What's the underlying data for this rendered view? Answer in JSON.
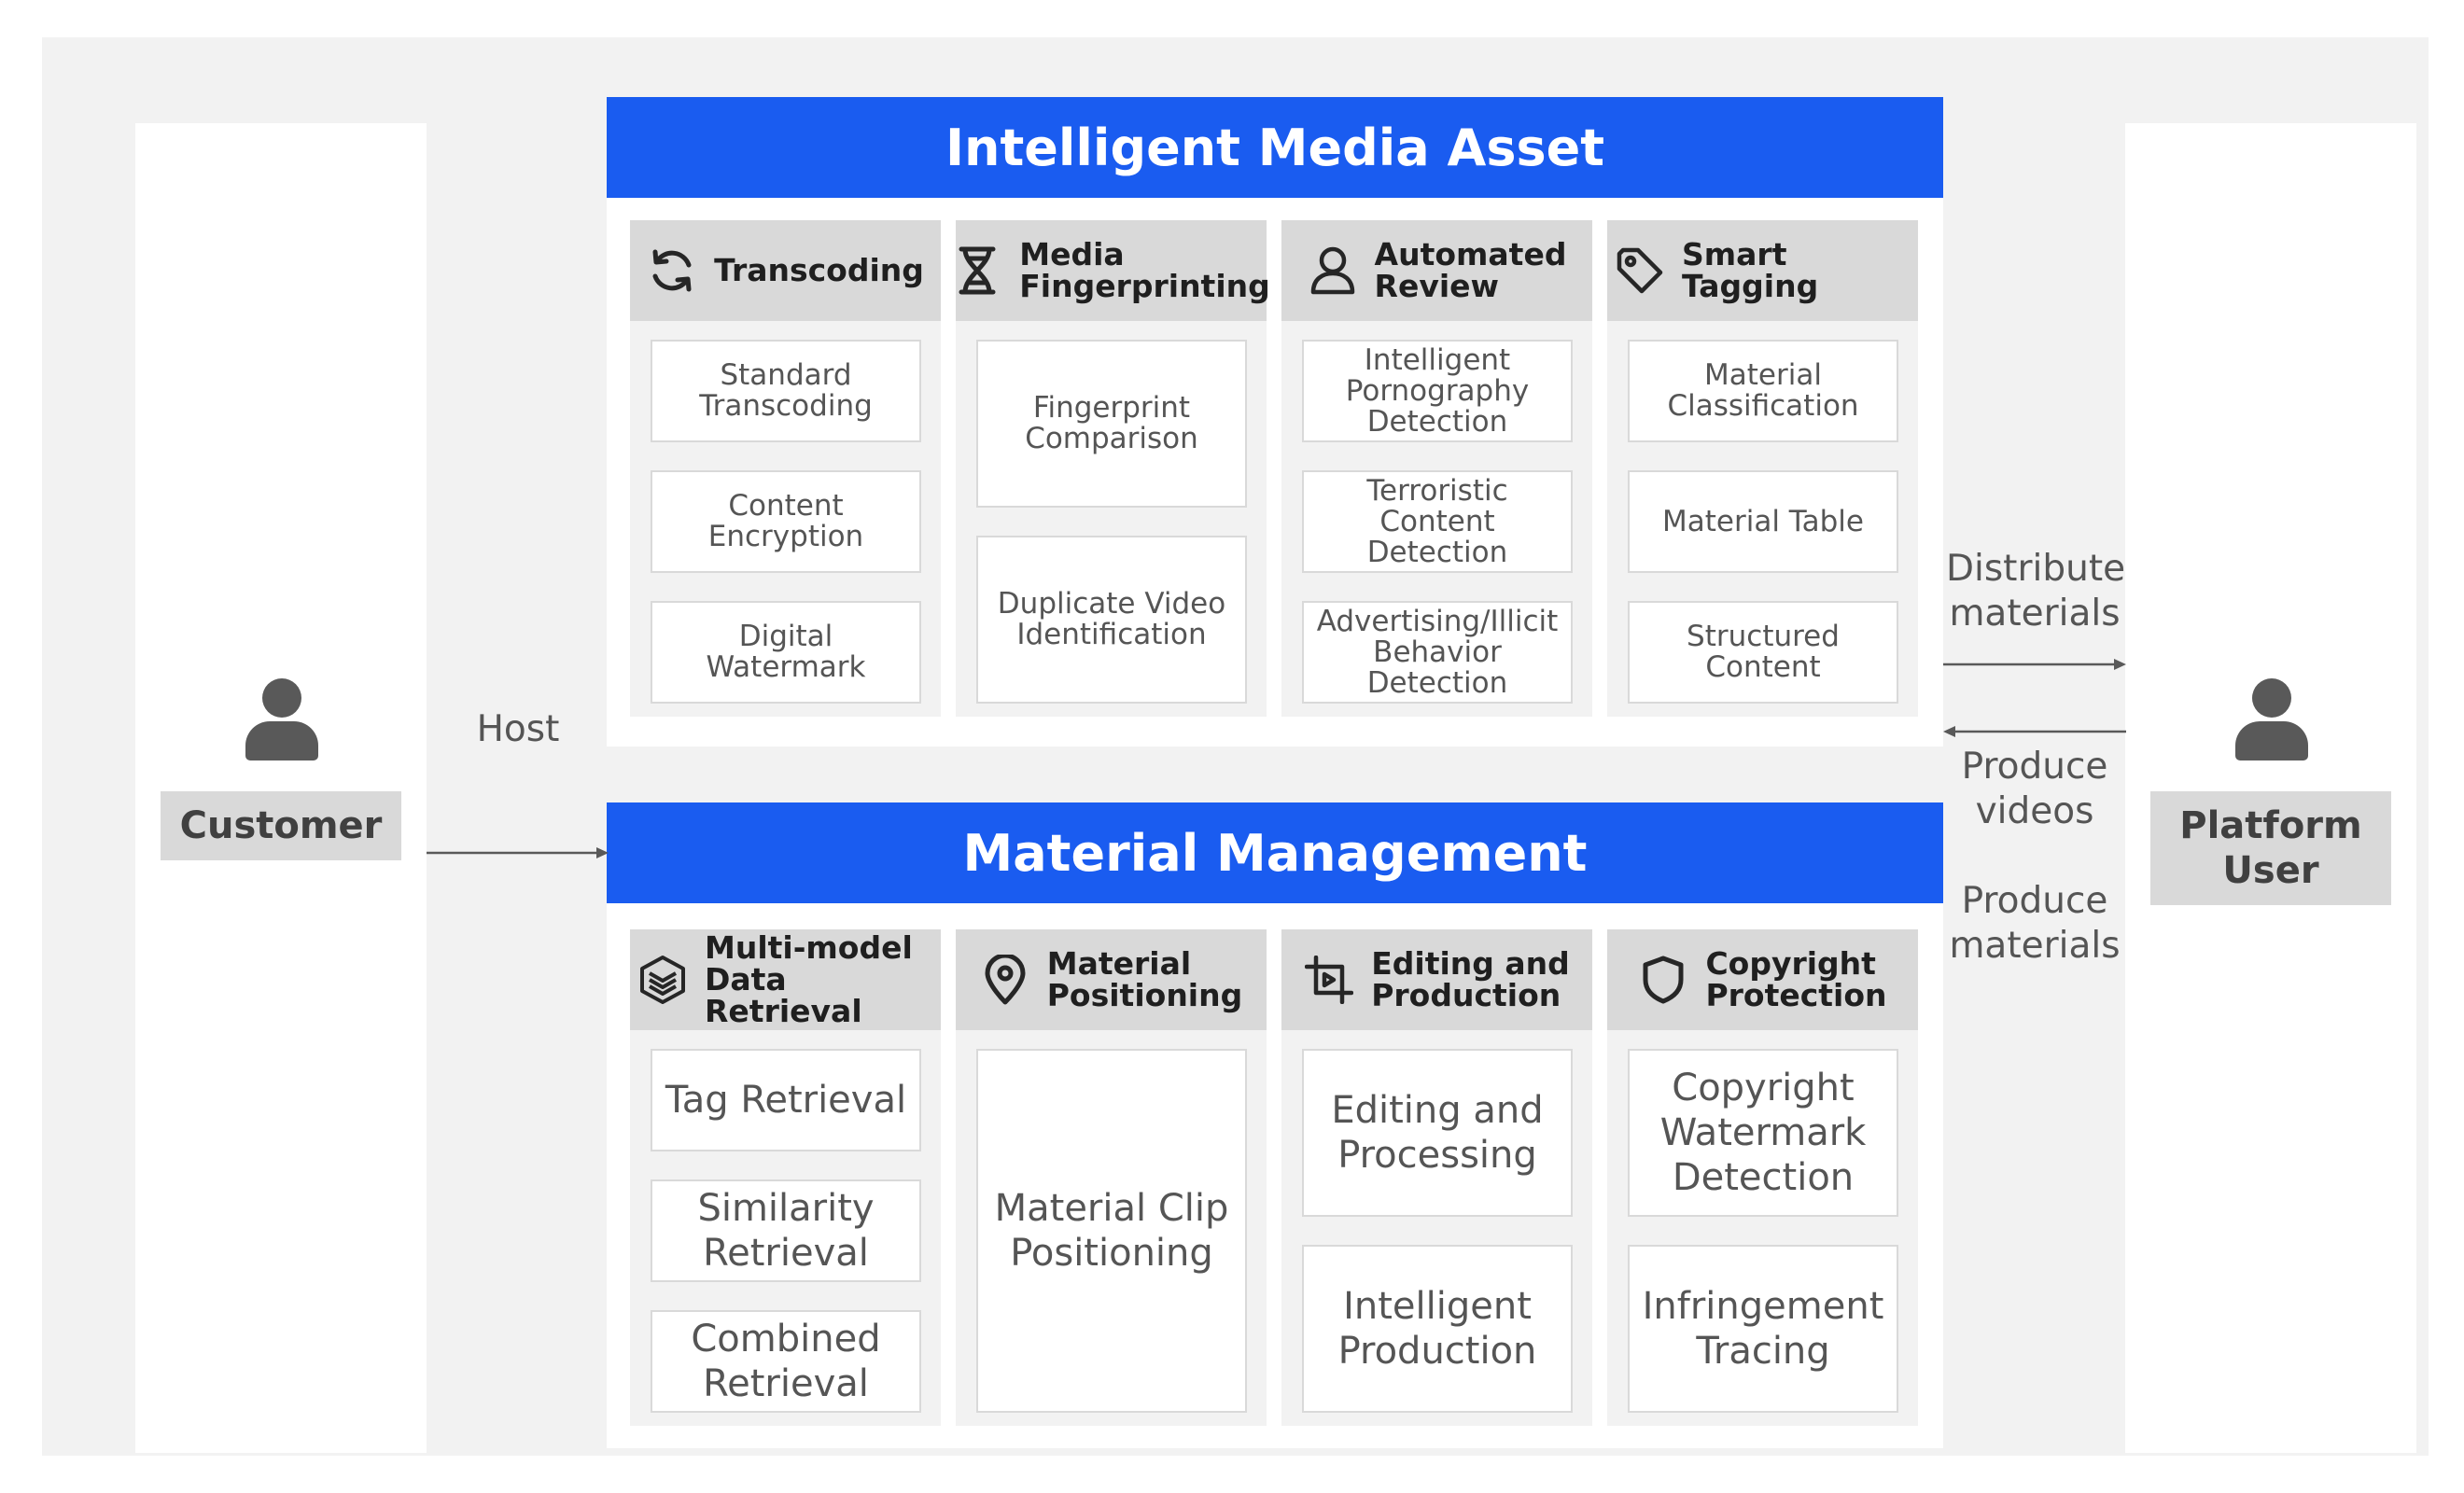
{
  "colors": {
    "accent": "#1a5cf0",
    "header_gray": "#d9d9d9",
    "background": "#f2f2f2",
    "icon": "#595959"
  },
  "customer": {
    "label": "Customer",
    "icon": "person-icon"
  },
  "platform_user": {
    "label": "Platform\nUser",
    "icon": "person-icon"
  },
  "flows": {
    "host": "Host",
    "distribute": "Distribute\nmaterials",
    "produce_videos": "Produce\nvideos",
    "produce_materials": "Produce\nmaterials"
  },
  "intelligent_media_asset": {
    "title": "Intelligent Media Asset",
    "columns": [
      {
        "title": "Transcoding",
        "icon": "refresh-icon",
        "items": [
          "Standard\nTranscoding",
          "Content\nEncryption",
          "Digital Watermark"
        ]
      },
      {
        "title": "Media\nFingerprinting",
        "icon": "dna-icon",
        "items": [
          "Fingerprint\nComparison",
          "Duplicate Video\nIdentification"
        ]
      },
      {
        "title": "Automated\nReview",
        "icon": "user-outline-icon",
        "items": [
          "Intelligent\nPornography\nDetection",
          "Terroristic Content\nDetection",
          "Advertising/Illicit\nBehavior Detection"
        ]
      },
      {
        "title": "Smart Tagging",
        "icon": "tag-icon",
        "items": [
          "Material\nClassification",
          "Material Table",
          "Structured\nContent"
        ]
      }
    ]
  },
  "material_management": {
    "title": "Material Management",
    "columns": [
      {
        "title": "Multi-model\nData Retrieval",
        "icon": "layers-icon",
        "items": [
          "Tag Retrieval",
          "Similarity\nRetrieval",
          "Combined\nRetrieval"
        ]
      },
      {
        "title": "Material\nPositioning",
        "icon": "location-pin-icon",
        "items": [
          "Material Clip\nPositioning"
        ]
      },
      {
        "title": "Editing and\nProduction",
        "icon": "video-crop-icon",
        "items": [
          "Editing and\nProcessing",
          "Intelligent\nProduction"
        ]
      },
      {
        "title": "Copyright\nProtection",
        "icon": "shield-icon",
        "items": [
          "Copyright\nWatermark\nDetection",
          "Infringement\nTracing"
        ]
      }
    ]
  }
}
